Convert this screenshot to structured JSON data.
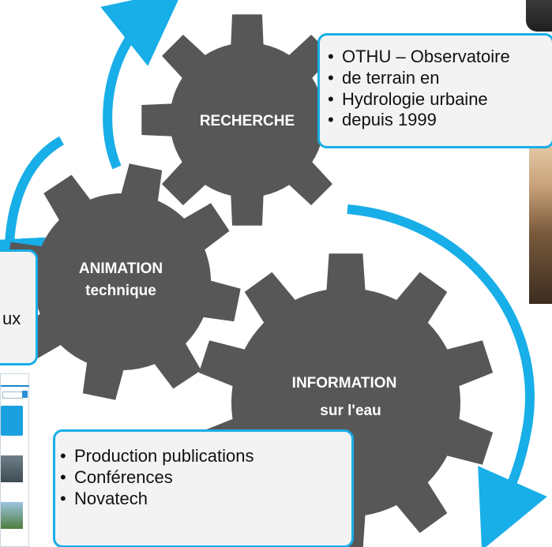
{
  "gears": {
    "recherche": {
      "line1": "RECHERCHE",
      "line2": ""
    },
    "animation": {
      "line1": "ANIMATION",
      "line2": "technique"
    },
    "information": {
      "line1": "INFORMATION",
      "line2": "sur l'eau"
    }
  },
  "callouts": {
    "recherche": {
      "lines": [
        "OTHU – Observatoire",
        "de terrain en",
        "Hydrologie urbaine",
        "depuis 1999"
      ]
    },
    "animation": {
      "visible_fragment": "ux"
    },
    "information": {
      "items": [
        "Production publications",
        "Conférences",
        "Novatech"
      ]
    }
  },
  "colors": {
    "gear": "#575757",
    "arrow": "#18aee8",
    "callout_bg": "#f3f3f3",
    "gear_text": "#ffffff"
  }
}
